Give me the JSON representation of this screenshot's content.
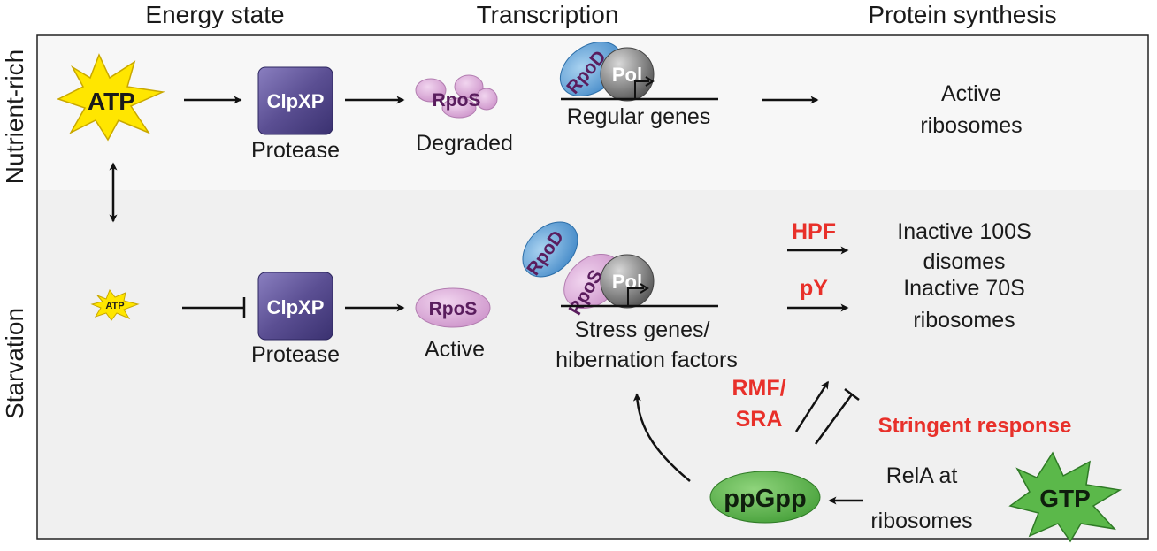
{
  "headers": {
    "energy_state": "Energy state",
    "transcription": "Transcription",
    "protein_synthesis": "Protein synthesis"
  },
  "rows": {
    "nutrient_rich": "Nutrient-rich",
    "starvation": "Starvation"
  },
  "top": {
    "atp": "ATP",
    "clpxp": "ClpXP",
    "protease": "Protease",
    "rpos": "RpoS",
    "degraded": "Degraded",
    "rpod": "RpoD",
    "pol": "Pol",
    "regular_genes": "Regular genes",
    "active_line1": "Active",
    "active_line2": "ribosomes"
  },
  "bottom": {
    "atp": "ATP",
    "clpxp": "ClpXP",
    "protease": "Protease",
    "rpos": "RpoS",
    "active": "Active",
    "rpod": "RpoD",
    "rpos_partial": "RpoS",
    "pol": "Pol",
    "stress_line1": "Stress genes/",
    "stress_line2": "hibernation factors",
    "hpf": "HPF",
    "py": "pY",
    "inactive100_line1": "Inactive 100S",
    "inactive100_line2": "disomes",
    "inactive70_line1": "Inactive 70S",
    "inactive70_line2": "ribosomes",
    "rmf": "RMF/",
    "sra": "SRA",
    "stringent": "Stringent response",
    "ppgpp": "ppGpp",
    "rela_line1": "RelA at",
    "rela_line2": "ribosomes",
    "gtp": "GTP"
  },
  "colors": {
    "top_panel": "#f7f7f7",
    "bottom_panel": "#f0f0f0",
    "atp_star": "#ffe600",
    "clpxp_box": "#5b4f93",
    "rpos_fill": "#d9a3d6",
    "rpod_fill": "#5aa1d8",
    "pol_fill": "#808080",
    "ppgpp_fill": "#5bb84a",
    "gtp_star": "#5bb84a",
    "red_text": "#e8302a"
  }
}
